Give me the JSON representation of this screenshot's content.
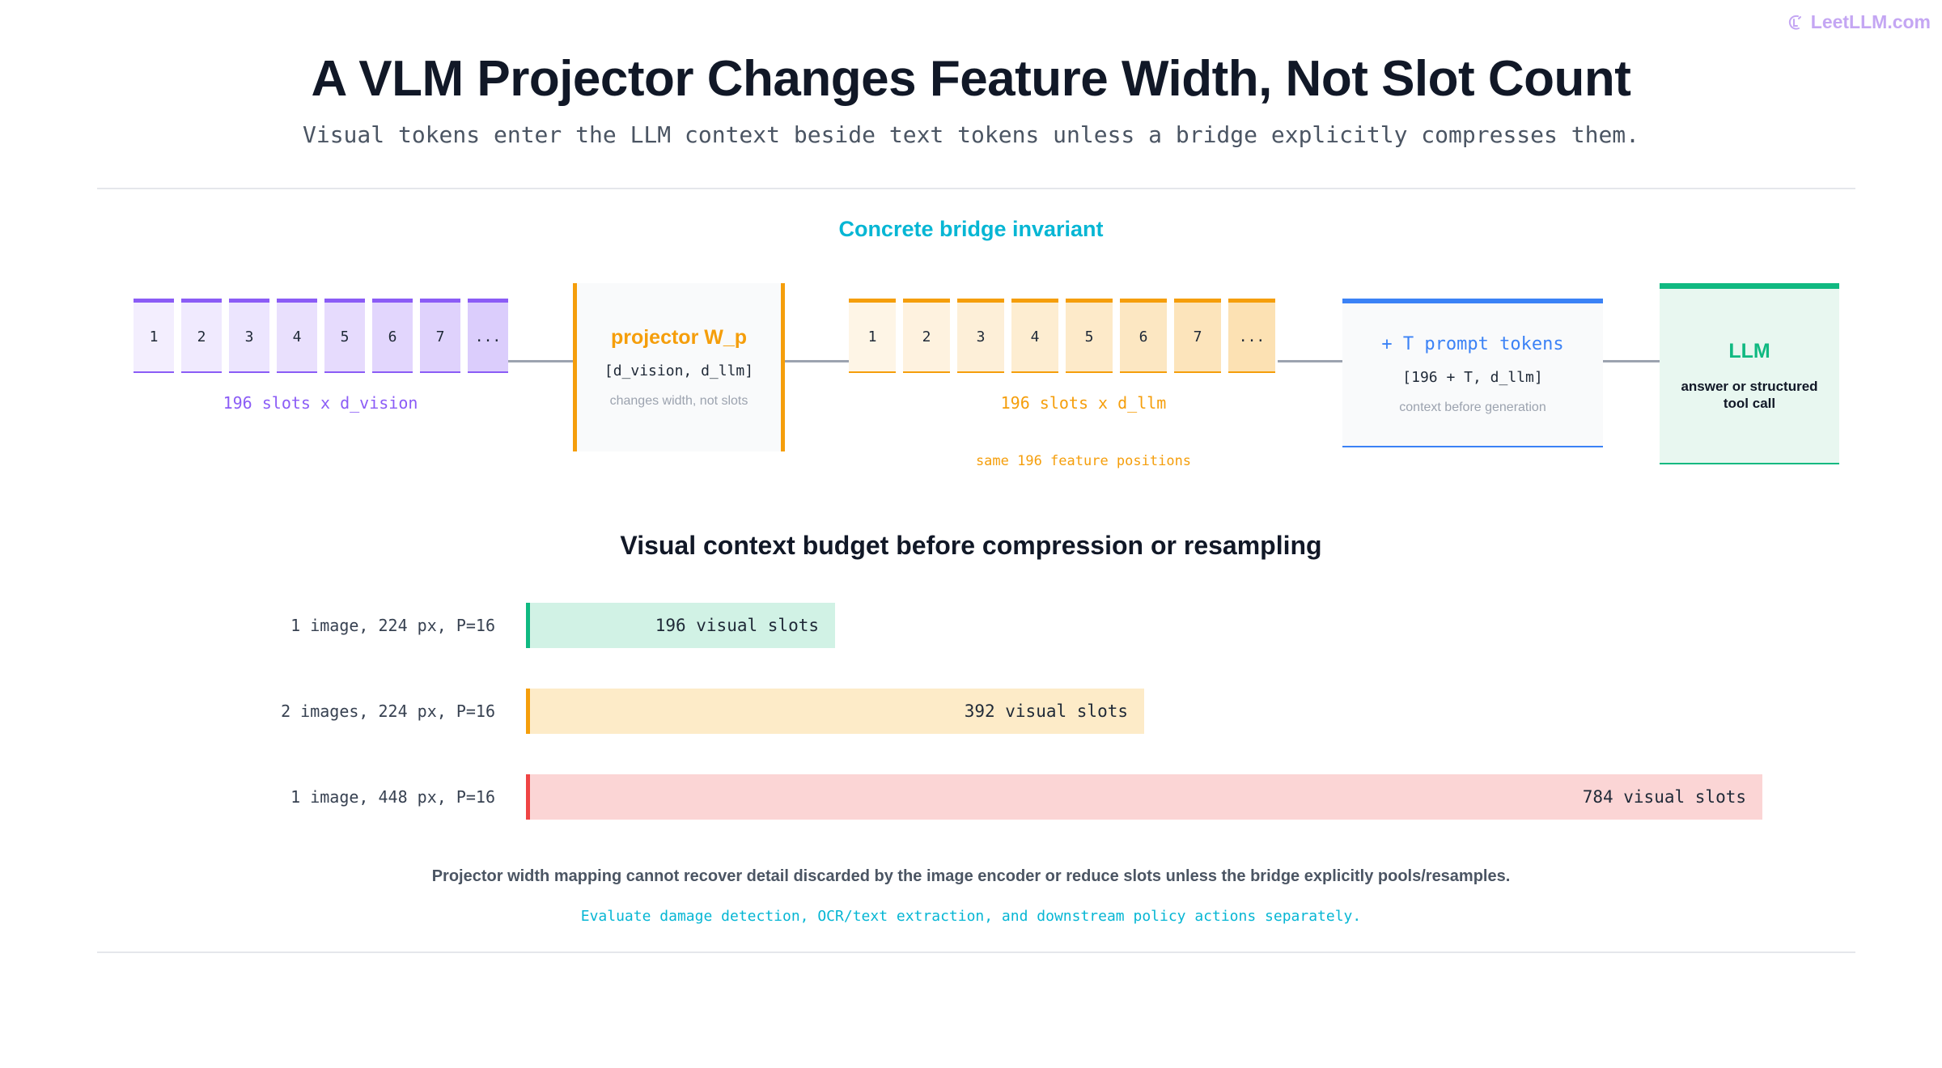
{
  "brand": {
    "name": "LeetLLM.com",
    "icon": "leetllm-logo-icon",
    "color": "#c4a6f3"
  },
  "header": {
    "title": "A VLM Projector Changes Feature Width, Not Slot Count",
    "subtitle": "Visual tokens enter the LLM context beside text tokens unless a bridge explicitly compresses them."
  },
  "flow": {
    "heading": "Concrete bridge invariant",
    "vision_slots": {
      "labels": [
        "1",
        "2",
        "3",
        "4",
        "5",
        "6",
        "7",
        "..."
      ],
      "caption": "196 slots x d_vision",
      "accent": "#8b5cf6"
    },
    "projector": {
      "title": "projector W_p",
      "shape": "[d_vision, d_llm]",
      "note": "changes width, not slots",
      "accent": "#f59e0b"
    },
    "llm_slots": {
      "labels": [
        "1",
        "2",
        "3",
        "4",
        "5",
        "6",
        "7",
        "..."
      ],
      "caption": "196 slots x d_llm",
      "sub_caption": "same 196 feature positions",
      "accent": "#f59e0b"
    },
    "prompt": {
      "title": "+ T prompt tokens",
      "shape": "[196 + T, d_llm]",
      "note": "context before generation",
      "accent": "#3b82f6"
    },
    "llm": {
      "title": "LLM",
      "note": "answer or structured tool call",
      "accent": "#10b981"
    }
  },
  "budget": {
    "heading": "Visual context budget before compression or resampling",
    "rows": [
      {
        "label": "1 image, 224 px, P=16",
        "value": 196,
        "text": "196 visual slots",
        "accent": "#10b981",
        "fill": "#d1f2e5"
      },
      {
        "label": "2 images, 224 px, P=16",
        "value": 392,
        "text": "392 visual slots",
        "accent": "#f59e0b",
        "fill": "#fdebc8"
      },
      {
        "label": "1 image, 448 px, P=16",
        "value": 784,
        "text": "784 visual slots",
        "accent": "#ef4444",
        "fill": "#fbd5d5"
      }
    ],
    "max": 784
  },
  "footer": {
    "note": "Projector width mapping cannot recover detail discarded by the image encoder or reduce slots unless the bridge explicitly pools/resamples.",
    "eval_note": "Evaluate damage detection, OCR/text extraction, and downstream policy actions separately."
  }
}
